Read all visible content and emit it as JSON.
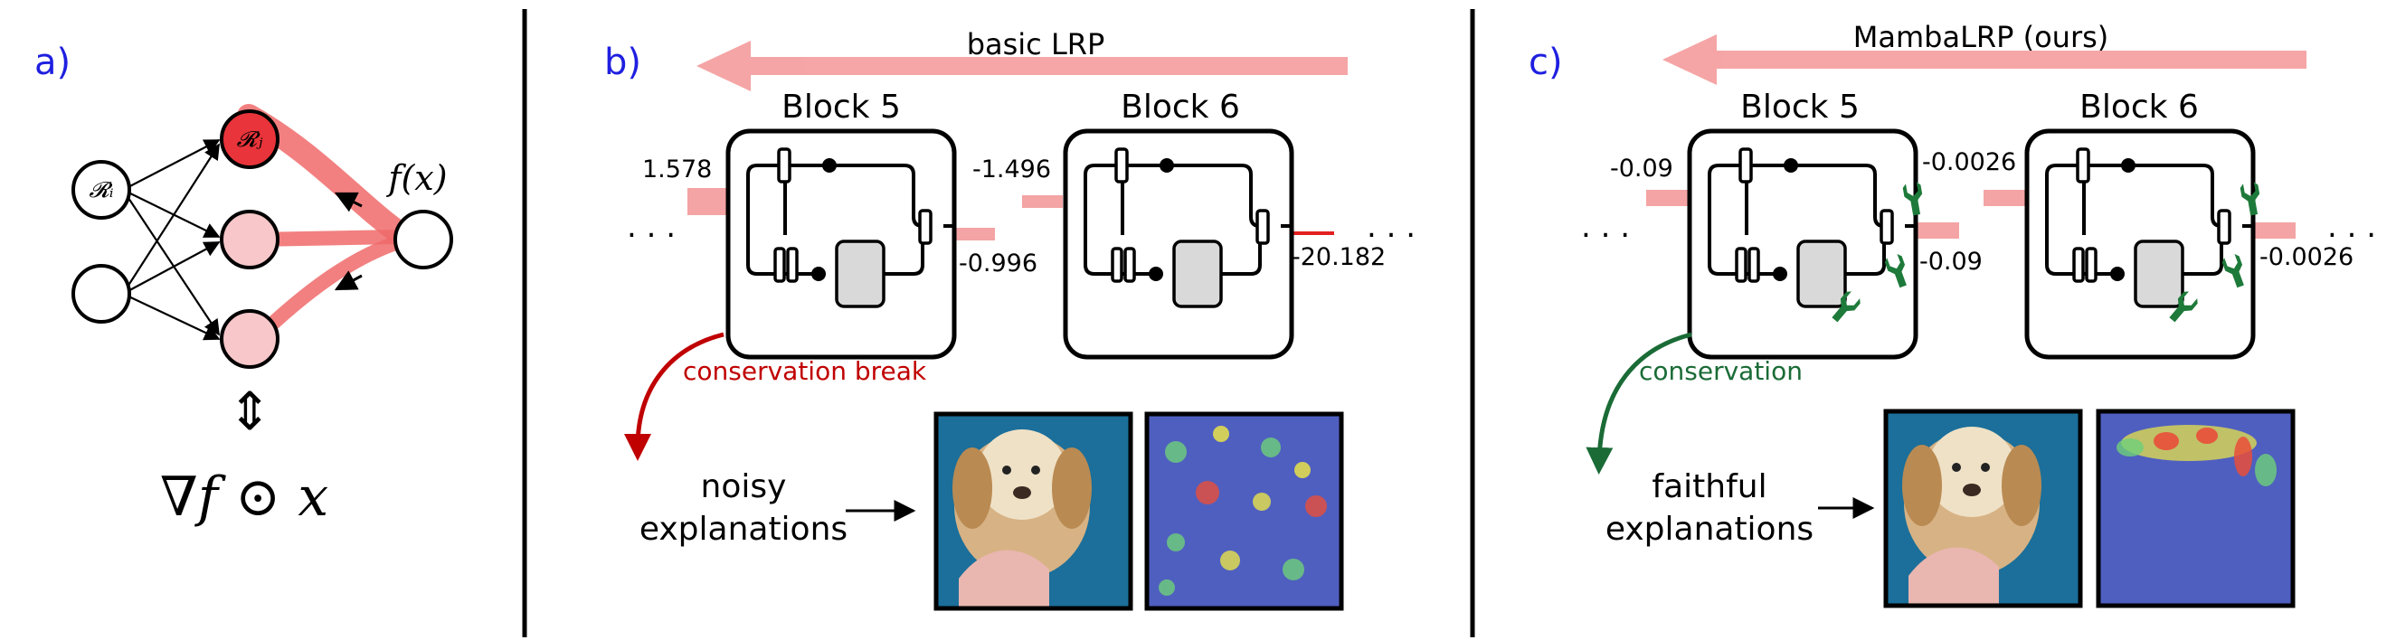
{
  "panels": {
    "a": {
      "label": "a)",
      "node_labels": {
        "input_relevance": "𝓡ᵢ",
        "hidden_relevance": "𝓡ⱼ",
        "output": "f(x)"
      },
      "equivalence_symbol": "⇕",
      "formula": "∇f ⊙ x"
    },
    "b": {
      "label": "b)",
      "title": "basic LRP",
      "blocks": [
        "Block 5",
        "Block 6"
      ],
      "values": {
        "block5_in": "1.578",
        "block5_out": "-0.996",
        "block6_in": "-1.496",
        "block6_out": "-20.182"
      },
      "annotation": "conservation break",
      "caption_line1": "noisy",
      "caption_line2": "explanations"
    },
    "c": {
      "label": "c)",
      "title": "MambaLRP (ours)",
      "blocks": [
        "Block 5",
        "Block 6"
      ],
      "values": {
        "block5_in": "-0.09",
        "block5_out": "-0.09",
        "block6_in": "-0.0026",
        "block6_out": "-0.0026"
      },
      "annotation": "conservation",
      "caption_line1": "faithful",
      "caption_line2": "explanations"
    }
  },
  "ellipsis": ". . .",
  "colors": {
    "panel_label": "#1f1fe0",
    "relevance_red": "#f4a4a4",
    "node_red": "#e8343a",
    "node_pink": "#f7c7c9",
    "break_red": "#c00000",
    "conserve_green": "#1a6b36",
    "wrench_green": "#1e7a3a",
    "block_gray": "#d9d9d9"
  }
}
